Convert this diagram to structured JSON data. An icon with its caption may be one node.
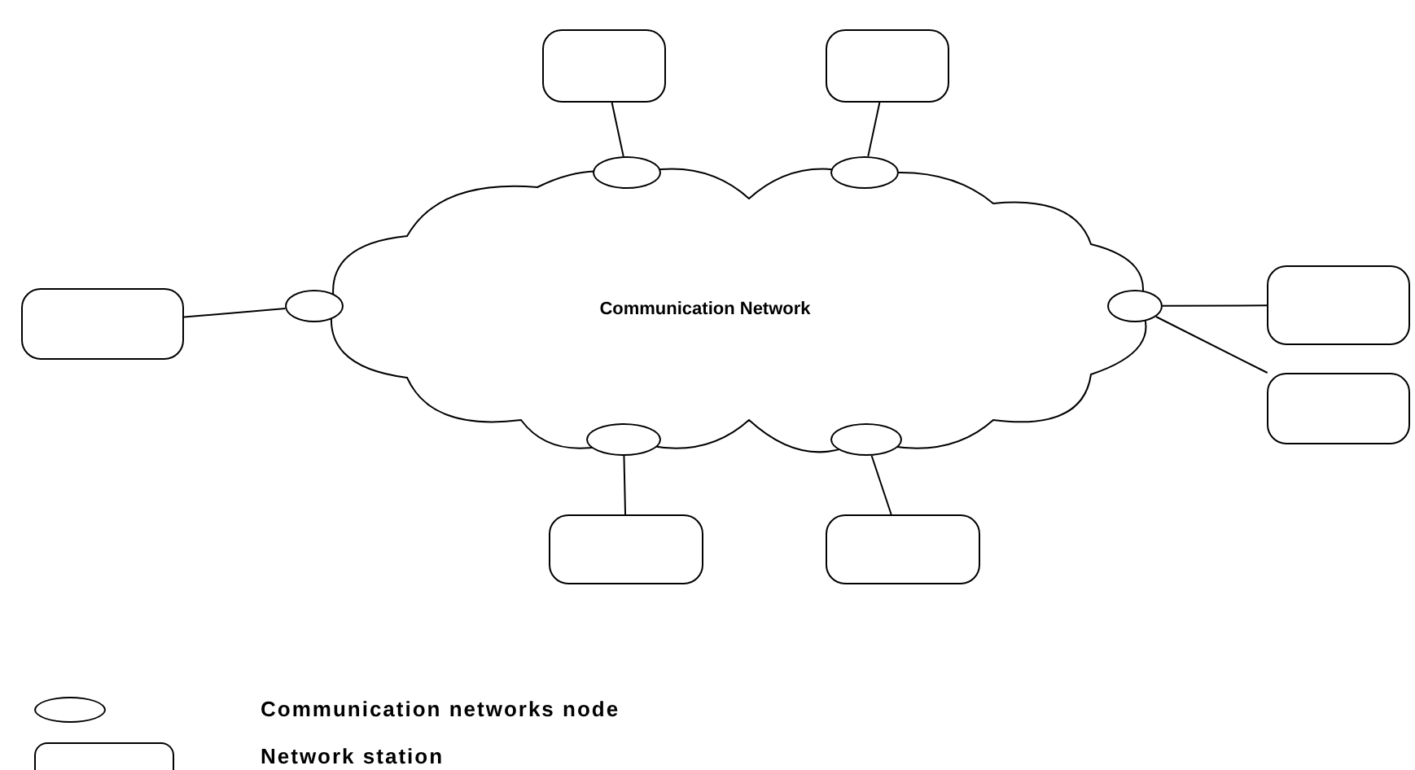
{
  "diagram": {
    "nodes": [
      {
        "text": [
          "Communication Network"
        ]
      },
      {
        "text": [],
        "shape": "box"
      },
      {
        "text": [],
        "shape": "box"
      },
      {
        "text": [],
        "shape": "ellipse"
      },
      {
        "text": [],
        "shape": "ellipse"
      },
      {
        "text": [],
        "shape": "box"
      },
      {
        "text": [],
        "shape": "ellipse"
      },
      {
        "text": [],
        "shape": "ellipse"
      },
      {
        "text": [],
        "shape": "box"
      },
      {
        "text": [],
        "shape": "box"
      },
      {
        "text": [],
        "shape": "ellipse"
      },
      {
        "text": [],
        "shape": "ellipse"
      },
      {
        "text": [],
        "shape": "box"
      },
      {
        "text": [],
        "shape": "box"
      }
    ],
    "edges": [
      {
        "from": 1,
        "to": 3,
        "arrow": "none"
      },
      {
        "from": 2,
        "to": 4,
        "arrow": "none"
      },
      {
        "from": 5,
        "to": 6,
        "arrow": "none"
      },
      {
        "from": 7,
        "to": 8,
        "arrow": "none"
      },
      {
        "from": 7,
        "to": 9,
        "arrow": "none"
      },
      {
        "from": 10,
        "to": 12,
        "arrow": "none"
      },
      {
        "from": 11,
        "to": 13,
        "arrow": "none"
      }
    ],
    "legend": [
      {
        "text": "Communication networks node"
      },
      {
        "text": "Network station"
      }
    ]
  }
}
